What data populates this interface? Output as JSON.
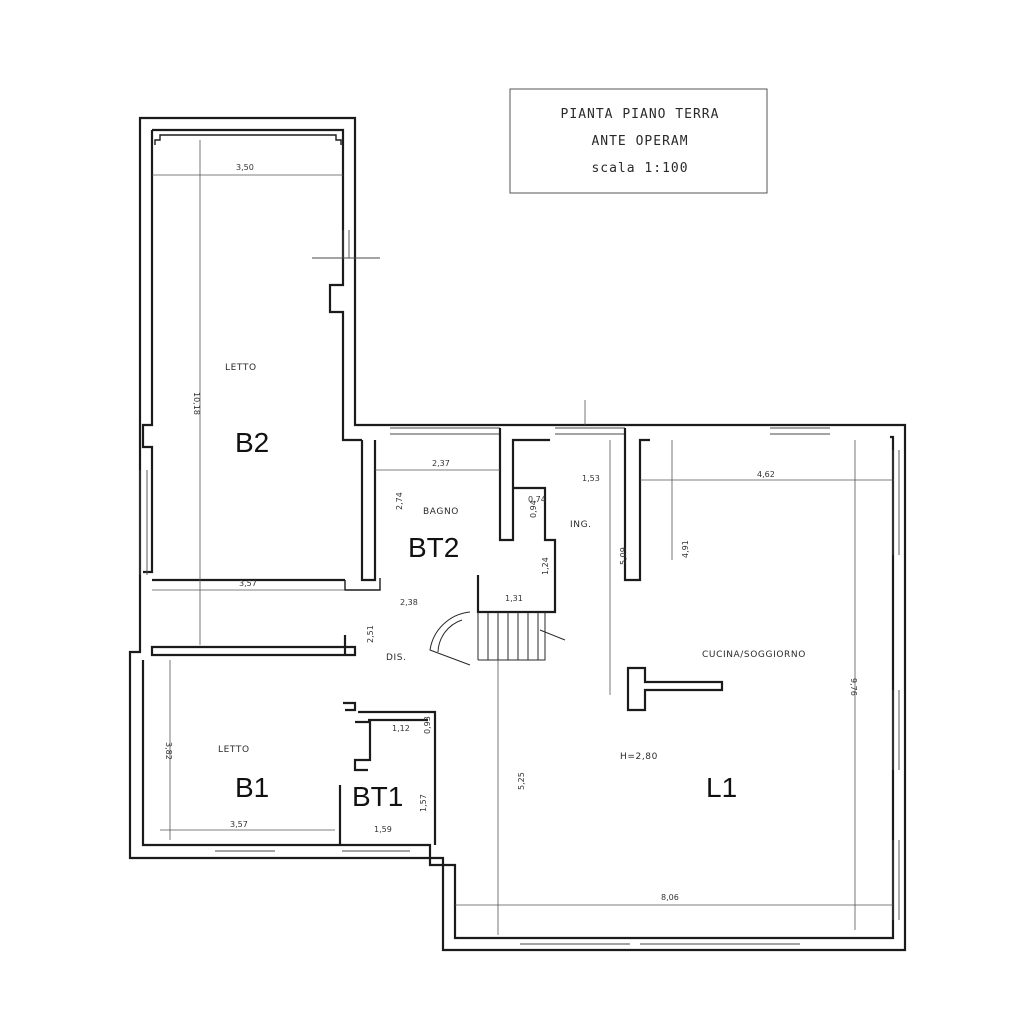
{
  "title": {
    "line1": "PIANTA PIANO TERRA",
    "line2": "ANTE OPERAM",
    "line3": "scala 1:100"
  },
  "rooms": {
    "letto_top": "LETTO",
    "letto_bottom": "LETTO",
    "bagno": "BAGNO",
    "ingresso": "ING.",
    "disimpegno": "DIS.",
    "cucina": "CUCINA/SOGGIORNO",
    "height": "H=2,80"
  },
  "codes": {
    "b2": "B2",
    "bt2": "BT2",
    "b1": "B1",
    "bt1": "BT1",
    "l1": "L1"
  },
  "dims": {
    "d350": "3,50",
    "d1018": "10,18",
    "d357a": "3,57",
    "d237": "2,37",
    "d274": "2,74",
    "d094": "0,94",
    "d074": "0,74",
    "d153": "1,53",
    "d124": "1,24",
    "d131": "1,31",
    "d238": "2,38",
    "d251": "2,51",
    "d509": "5,09",
    "d491": "4,91",
    "d462": "4,62",
    "d976": "9,76",
    "d382": "3,82",
    "d112": "1,12",
    "d093": "0,93",
    "d357b": "3,57",
    "d159": "1,59",
    "d157": "1,57",
    "d525": "5,25",
    "d806": "8,06"
  }
}
